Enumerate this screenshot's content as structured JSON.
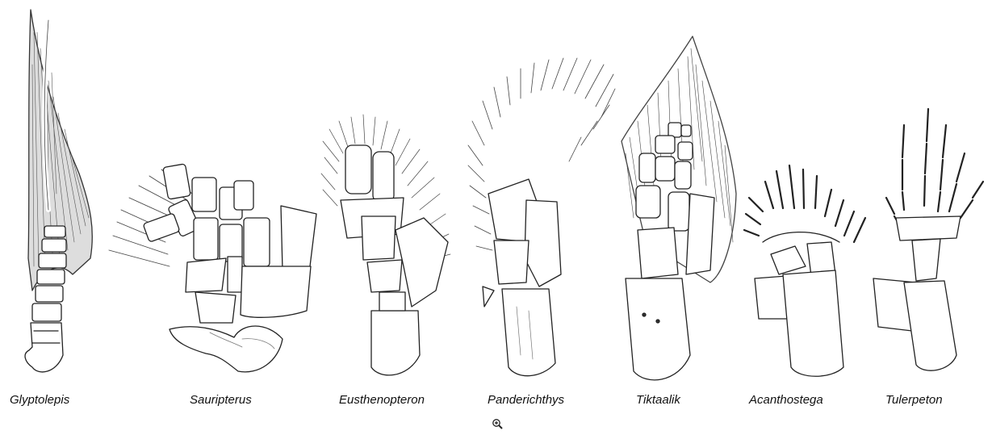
{
  "figure": {
    "labels": [
      "Glyptolepis",
      "Sauripterus",
      "Eusthenopteron",
      "Panderichthys",
      "Tiktaalik",
      "Acanthostega",
      "Tulerpeton"
    ]
  },
  "controls": {
    "zoom_icon": "magnifier-zoom-in-icon"
  }
}
